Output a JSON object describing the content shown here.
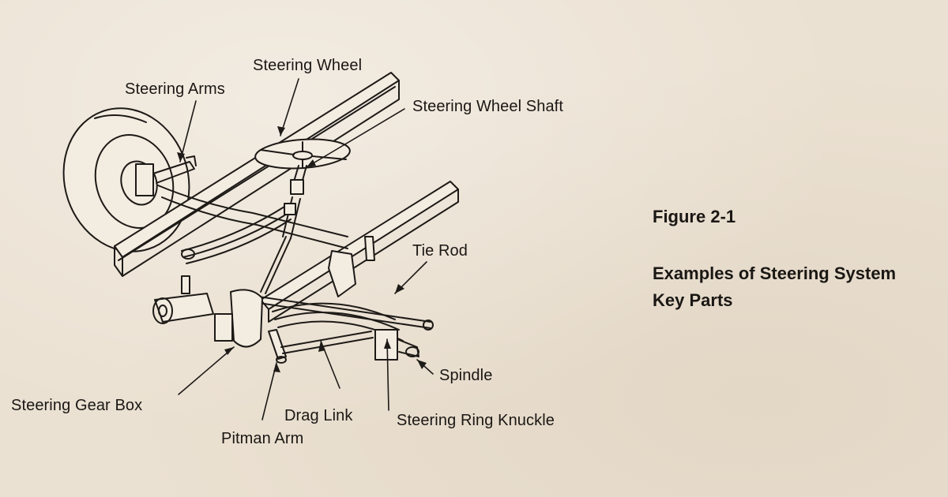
{
  "figure": {
    "title": "Figure 2-1",
    "caption_line1": "Examples of Steering System",
    "caption_line2": "Key Parts"
  },
  "labels": {
    "steering_wheel": "Steering Wheel",
    "steering_arms": "Steering Arms",
    "steering_wheel_shaft": "Steering Wheel Shaft",
    "tie_rod": "Tie Rod",
    "spindle": "Spindle",
    "steering_gear_box": "Steering Gear Box",
    "drag_link": "Drag Link",
    "steering_ring_knuckle": "Steering Ring Knuckle",
    "pitman_arm": "Pitman Arm"
  },
  "colors": {
    "paper": "#ebe1d2",
    "ink": "#1a1714"
  }
}
